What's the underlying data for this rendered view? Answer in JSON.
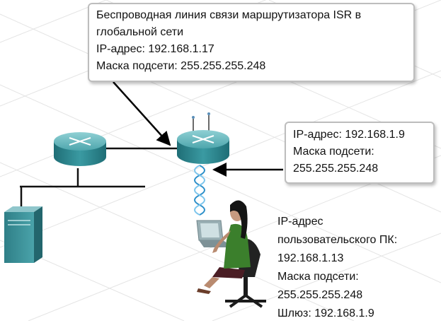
{
  "isr_callout": {
    "line1": "Беспроводная линия связи маршрутизатора ISR в",
    "line2": "глобальной сети",
    "line3": "IP-адрес: 192.168.1.17",
    "line4": "Маска подсети: 255.255.255.248"
  },
  "router_callout": {
    "line1": "IP-адрес: 192.168.1.9",
    "line2": "Маска подсети:",
    "line3": "255.255.255.248"
  },
  "pc_info": {
    "line1": "IP-адрес",
    "line2": "пользовательского ПК:",
    "line3": "192.168.1.13",
    "line4": "Маска подсети:",
    "line5": "255.255.255.248",
    "line6": "Шлюз: 192.168.1.9"
  },
  "colors": {
    "router": "#2f8f97",
    "router_top": "#67b8be",
    "server": "#3b8d95",
    "antenna_wave": "#3aa7d8",
    "arrow": "#000000"
  },
  "icons": [
    "router-icon",
    "isr-router-icon",
    "server-icon",
    "laptop-icon",
    "user-figure-icon",
    "wireless-link-icon"
  ]
}
